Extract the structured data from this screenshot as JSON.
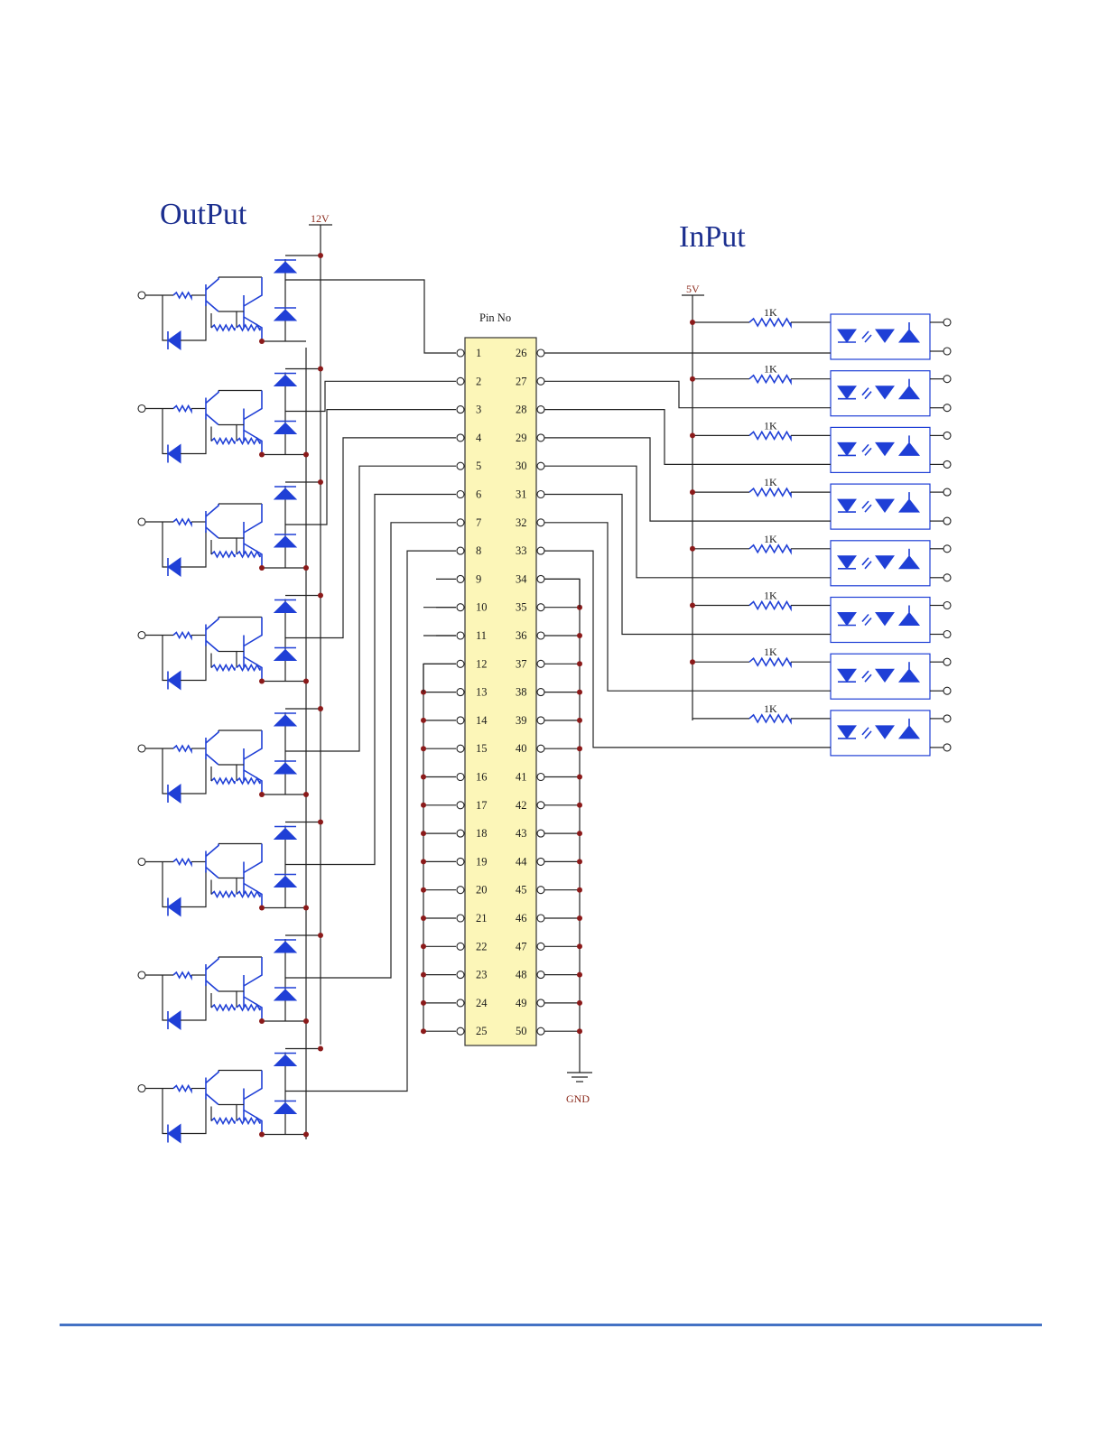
{
  "titles": {
    "output": "OutPut",
    "input": "InPut"
  },
  "supplies": {
    "v12": "12V",
    "v5": "5V",
    "gnd": "GND"
  },
  "connector": {
    "label": "Pin No",
    "left_pins": [
      "1",
      "2",
      "3",
      "4",
      "5",
      "6",
      "7",
      "8",
      "9",
      "10",
      "11",
      "12",
      "13",
      "14",
      "15",
      "16",
      "17",
      "18",
      "19",
      "20",
      "21",
      "22",
      "23",
      "24",
      "25"
    ],
    "right_pins": [
      "26",
      "27",
      "28",
      "29",
      "30",
      "31",
      "32",
      "33",
      "34",
      "35",
      "36",
      "37",
      "38",
      "39",
      "40",
      "41",
      "42",
      "43",
      "44",
      "45",
      "46",
      "47",
      "48",
      "49",
      "50"
    ]
  },
  "input_resistors": [
    "1K",
    "1K",
    "1K",
    "1K",
    "1K",
    "1K",
    "1K",
    "1K"
  ],
  "colors": {
    "component": "#1f3fd6",
    "wire": "#222222",
    "junction": "#8b1a1a",
    "connector_fill": "#fcf6b8",
    "title": "#1c2f8f",
    "footer_rule": "#4472c4"
  }
}
